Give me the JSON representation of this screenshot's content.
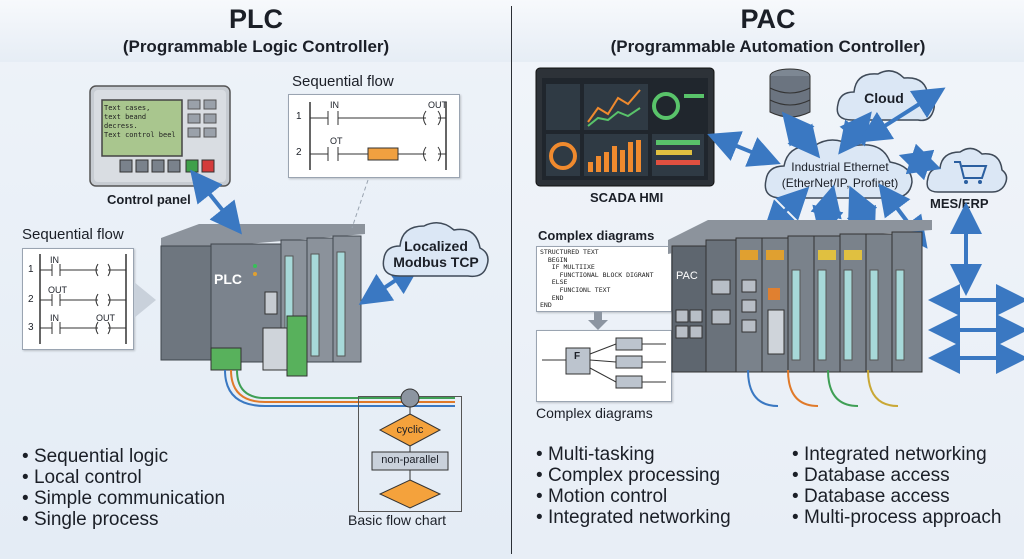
{
  "plc": {
    "title": "PLC",
    "subtitle": "(Programmable Logic Controller)",
    "control_panel_label": "Control panel",
    "panel_screen_lines": [
      "Text cases,",
      "text beand",
      "decress.",
      "Text control beel"
    ],
    "seq_flow_top_label": "Sequential flow",
    "seq_flow_left_label": "Sequential flow",
    "ladder_top": {
      "rung1": "1",
      "rung2": "2",
      "in": "IN",
      "out": "OUT",
      "ot": "OT"
    },
    "ladder_left": {
      "rung1": "1",
      "rung2": "2",
      "rung3": "3",
      "in1": "IN",
      "out2": "OUT",
      "in3": "IN",
      "out3": "OUT"
    },
    "cloud_text": [
      "Localized",
      "Modbus TCP"
    ],
    "device_label": "PLC",
    "flow": {
      "cyclic": "cyclic",
      "non_parallel": "non-parallel",
      "caption": "Basic flow chart"
    },
    "bullets": [
      "Sequential logic",
      "Local control",
      "Simple communication",
      "Single process"
    ]
  },
  "pac": {
    "title": "PAC",
    "subtitle": "(Programmable Automation Controller)",
    "scada_label": "SCADA HMI",
    "cloud_label": "Cloud",
    "ethernet_text": [
      "Industrial Ethernet",
      "(EtherNet/IP, Profinet)"
    ],
    "mes_label": "MES/ERP",
    "complex_top_label": "Complex diagrams",
    "complex_bottom_label": "Complex diagrams",
    "code_lines": [
      "STRUCTURED TEXT",
      "  BEGIN",
      "   IF MULTIIXE",
      "     FUNCTIONAL BLOCK DIGRANT",
      "   ELSE",
      "     FUNCIONL TEXT",
      "   END",
      "END"
    ],
    "fb_label": "F",
    "device_label": "PAC",
    "bullets_left": [
      "Multi-tasking",
      "Complex processing",
      "Motion control",
      "Integrated networking"
    ],
    "bullets_right": [
      "Integrated networking",
      "Database access",
      "Database access",
      "Multi-process approach"
    ]
  },
  "colors": {
    "accent_blue": "#3a78c2",
    "cloud_fill": "#dbe7f5",
    "flow_orange": "#f4a23c",
    "flow_gray": "#c9d1db"
  }
}
